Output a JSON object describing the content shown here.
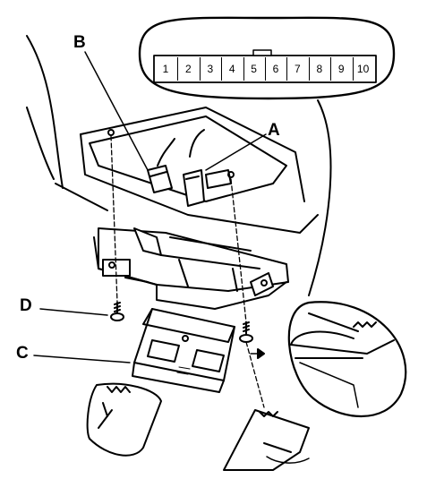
{
  "callouts": {
    "a": "A",
    "b": "B",
    "c": "C",
    "d": "D"
  },
  "connector": {
    "pins": [
      "1",
      "2",
      "3",
      "4",
      "5",
      "6",
      "7",
      "8",
      "9",
      "10"
    ]
  },
  "colors": {
    "line": "#000000",
    "fill": "#ffffff",
    "shade": "#9a9a9a"
  }
}
